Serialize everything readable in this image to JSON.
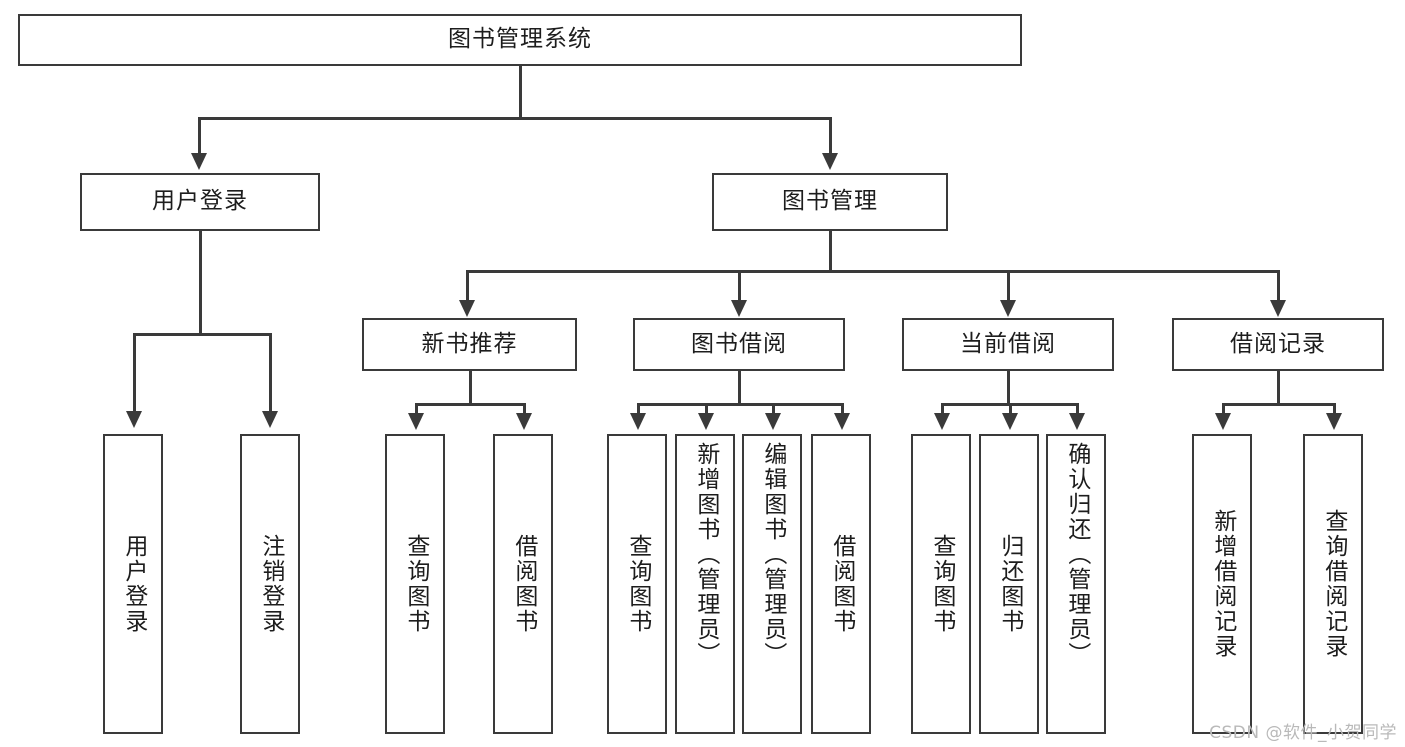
{
  "diagram": {
    "title": "图书管理系统",
    "type": "tree-hierarchy",
    "root": {
      "label": "图书管理系统"
    },
    "level2": [
      {
        "label": "用户登录"
      },
      {
        "label": "图书管理"
      }
    ],
    "level3": [
      {
        "label": "新书推荐"
      },
      {
        "label": "图书借阅"
      },
      {
        "label": "当前借阅"
      },
      {
        "label": "借阅记录"
      }
    ],
    "leaves": {
      "user_login": [
        {
          "label": "用户登录"
        },
        {
          "label": "注销登录"
        }
      ],
      "new_book_recommend": [
        {
          "label": "查询图书"
        },
        {
          "label": "借阅图书"
        }
      ],
      "book_borrow": [
        {
          "label": "查询图书"
        },
        {
          "label": "新增图书（管理员）"
        },
        {
          "label": "编辑图书（管理员）"
        },
        {
          "label": "借阅图书"
        }
      ],
      "current_borrow": [
        {
          "label": "查询图书"
        },
        {
          "label": "归还图书"
        },
        {
          "label": "确认归还（管理员）"
        }
      ],
      "borrow_record": [
        {
          "label": "新增借阅记录"
        },
        {
          "label": "查询借阅记录"
        }
      ]
    }
  },
  "watermark": {
    "text": "CSDN @软件_小贺同学"
  },
  "colors": {
    "stroke": "#3a3a3a",
    "text": "#1d1d1d",
    "background": "#ffffff",
    "watermark": "#b9b9b9"
  }
}
